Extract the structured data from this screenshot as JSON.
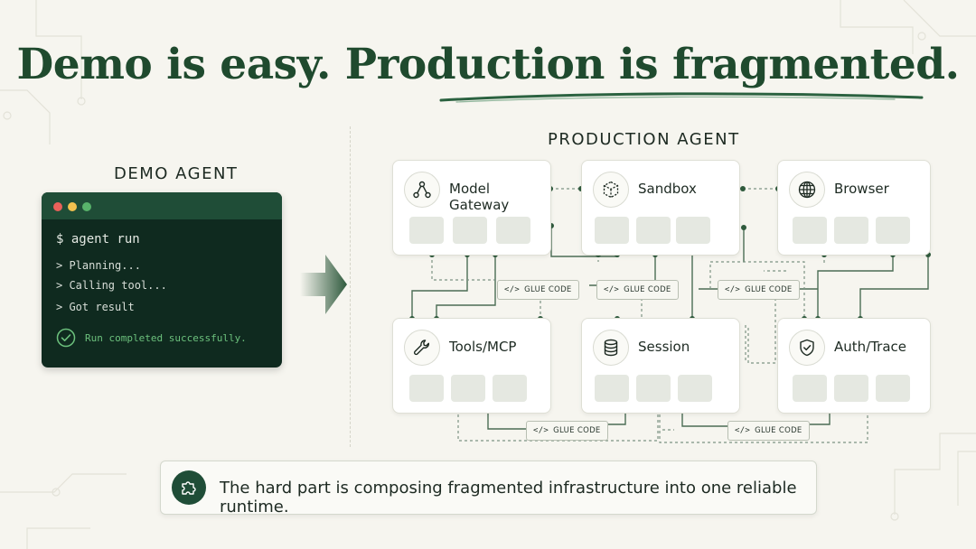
{
  "headline": "Demo is easy. Production is fragmented.",
  "demo": {
    "label": "DEMO AGENT",
    "command": "$ agent run",
    "output": [
      "> Planning...",
      "> Calling tool...",
      "> Got result"
    ],
    "success": "Run completed successfully."
  },
  "production": {
    "label": "PRODUCTION AGENT",
    "components": [
      {
        "title": "Model Gateway",
        "icon": "network-nodes-icon"
      },
      {
        "title": "Sandbox",
        "icon": "cube-icon"
      },
      {
        "title": "Browser",
        "icon": "globe-icon"
      },
      {
        "title": "Tools/MCP",
        "icon": "wrench-icon"
      },
      {
        "title": "Session",
        "icon": "database-icon"
      },
      {
        "title": "Auth/Trace",
        "icon": "shield-check-icon"
      }
    ],
    "glue_label": "GLUE CODE",
    "glue_icon": "</>"
  },
  "callout": {
    "text": "The hard part is composing fragmented infrastructure into one reliable runtime.",
    "icon": "puzzle-icon"
  },
  "colors": {
    "brand": "#1f4d37",
    "terminal_bg": "#0f2a1f",
    "success": "#6cc17d",
    "background": "#f6f5ef"
  }
}
